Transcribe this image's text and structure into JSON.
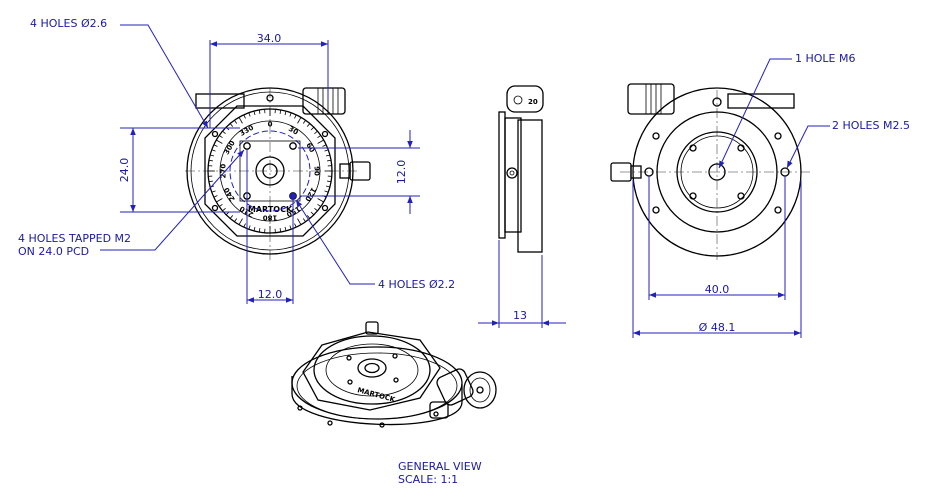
{
  "callouts": {
    "holes_26": "4 HOLES Ø2.6",
    "tapped_m2_line1": "4 HOLES TAPPED M2",
    "tapped_m2_line2": "ON 24.0 PCD",
    "holes_22": "4 HOLES Ø2.2",
    "hole_m6": "1 HOLE M6",
    "holes_m25": "2 HOLES M2.5"
  },
  "dimensions": {
    "width_top": "34.0",
    "height_left": "24.0",
    "height_right": "12.0",
    "width_bottom": "12.0",
    "side_thickness": "13",
    "hole_spacing": "40.0",
    "outer_diameter": "Ø 48.1"
  },
  "dial": {
    "brand": "MARTOCK",
    "labels": [
      "0",
      "30",
      "60",
      "90",
      "120",
      "150",
      "180",
      "210",
      "240",
      "270",
      "300",
      "330"
    ]
  },
  "caption": {
    "line1": "GENERAL VIEW",
    "line2": "SCALE: 1:1"
  }
}
